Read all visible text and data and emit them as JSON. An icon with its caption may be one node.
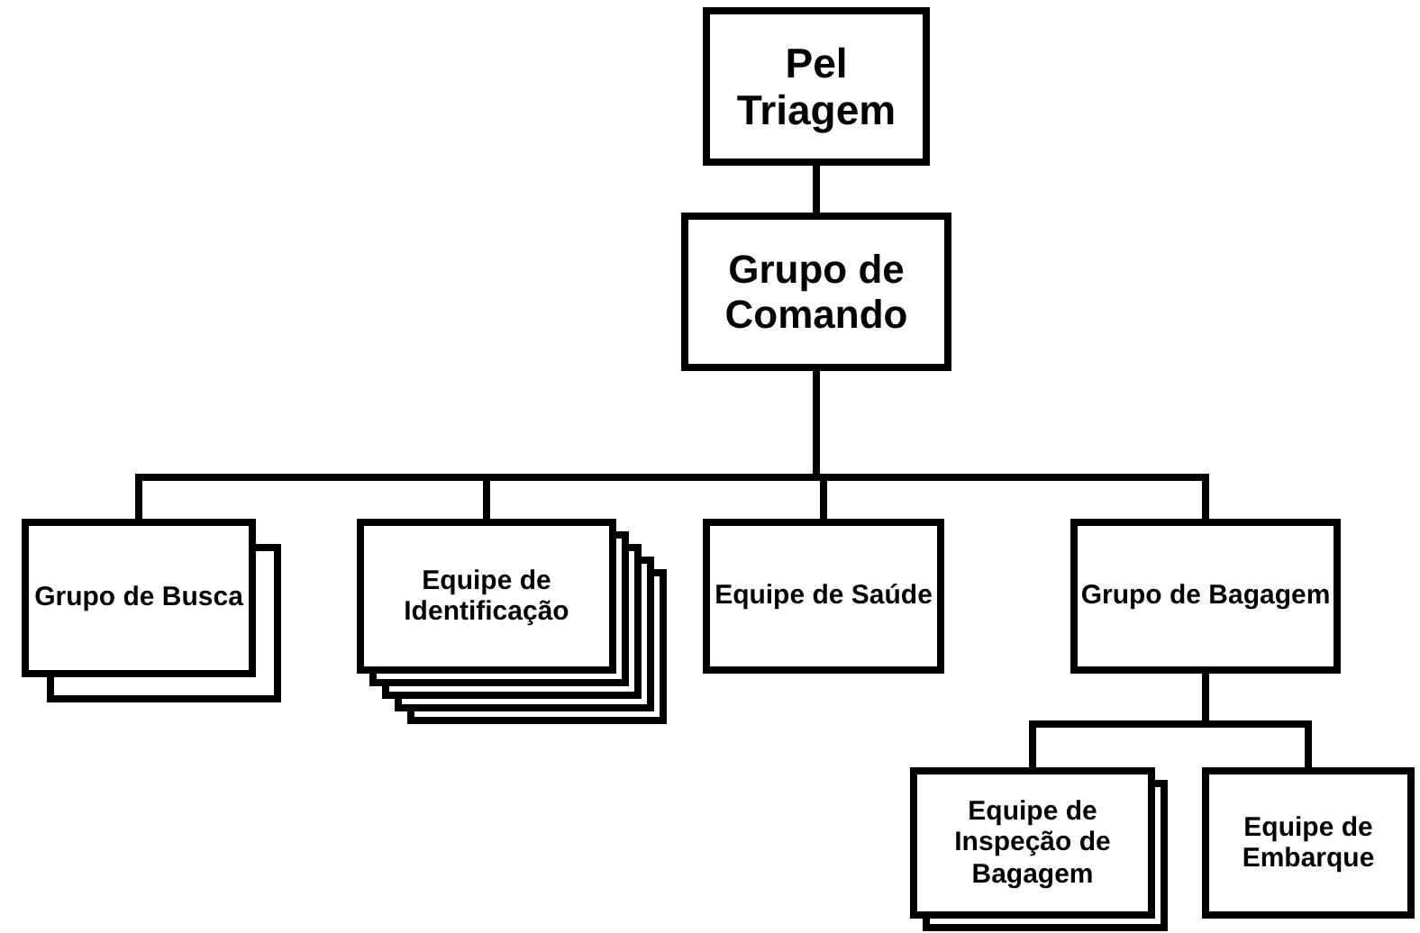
{
  "diagram": {
    "nodes": [
      {
        "text": [
          "Pel Triagem"
        ]
      },
      {
        "text": [
          "Grupo de Comando"
        ]
      },
      {
        "text": [
          "Grupo de Busca"
        ]
      },
      {
        "text": [
          "Equipe de Identificação"
        ]
      },
      {
        "text": [
          "Equipe de Saúde"
        ]
      },
      {
        "text": [
          "Grupo de Bagagem"
        ]
      },
      {
        "text": [
          "Equipe de Inspeção de Bagagem"
        ]
      },
      {
        "text": [
          "Equipe de Embarque"
        ]
      }
    ],
    "edges": [
      {
        "from": 0,
        "to": 1,
        "arrow": "none"
      },
      {
        "from": 1,
        "to": 2,
        "arrow": "none"
      },
      {
        "from": 1,
        "to": 3,
        "arrow": "none"
      },
      {
        "from": 1,
        "to": 4,
        "arrow": "none"
      },
      {
        "from": 1,
        "to": 5,
        "arrow": "none"
      },
      {
        "from": 5,
        "to": 6,
        "arrow": "none"
      },
      {
        "from": 5,
        "to": 7,
        "arrow": "none"
      }
    ]
  }
}
